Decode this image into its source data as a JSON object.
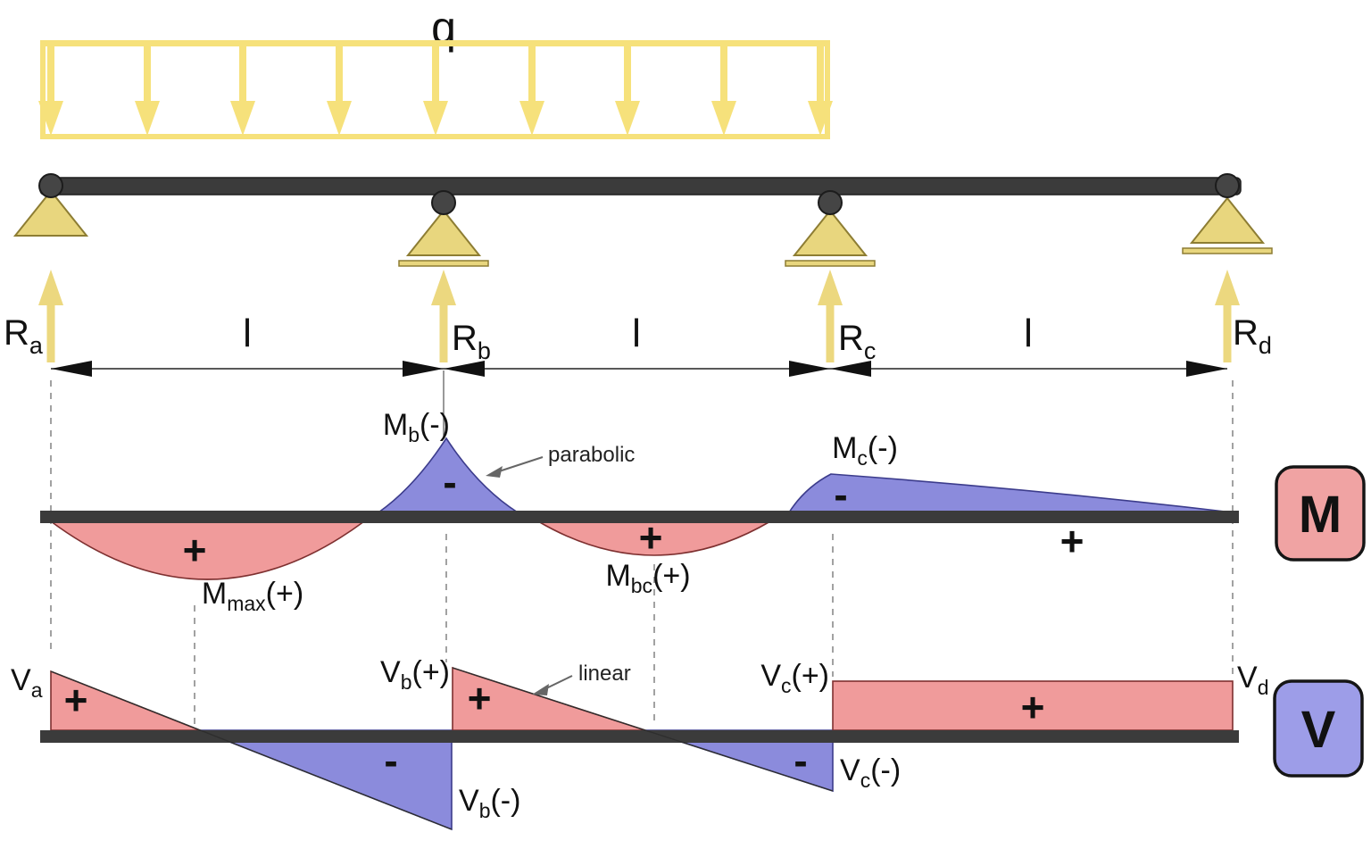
{
  "figure": {
    "description_visible_elements": "three-span continuous beam with uniform load over first two spans, moment diagram M and shear diagram V",
    "supports": [
      "a",
      "b",
      "c",
      "d"
    ],
    "span_label": "l",
    "load_label": "q"
  },
  "beam": {
    "load_label": "q",
    "span_label": "l",
    "reactions": [
      {
        "main": "R",
        "sub": "a"
      },
      {
        "main": "R",
        "sub": "b"
      },
      {
        "main": "R",
        "sub": "c"
      },
      {
        "main": "R",
        "sub": "d"
      }
    ]
  },
  "moment": {
    "legend": "M",
    "mb": {
      "main": "M",
      "sub": "b",
      "suffix": "(-)"
    },
    "parabolic_note": "parabolic",
    "mmax": {
      "main": "M",
      "sub": "max",
      "suffix": "(+)"
    },
    "mbc": {
      "main": "M",
      "sub": "bc",
      "suffix": "(+)"
    },
    "mc": {
      "main": "M",
      "sub": "c",
      "suffix": "(-)"
    },
    "sign_plus_span1": "+",
    "sign_minus_b": "-",
    "sign_plus_span2": "+",
    "sign_minus_c": "-",
    "sign_plus_span3": "+"
  },
  "shear": {
    "legend": "V",
    "va": {
      "main": "V",
      "sub": "a"
    },
    "vb_pos": {
      "main": "V",
      "sub": "b",
      "suffix": "(+)"
    },
    "vb_neg": {
      "main": "V",
      "sub": "b",
      "suffix": "(-)"
    },
    "vc_pos": {
      "main": "V",
      "sub": "c",
      "suffix": "(+)"
    },
    "vc_neg": {
      "main": "V",
      "sub": "c",
      "suffix": "(-)"
    },
    "vd": {
      "main": "V",
      "sub": "d"
    },
    "linear_note": "linear",
    "sign_plus_span1": "+",
    "sign_minus_span1": "-",
    "sign_plus_span2": "+",
    "sign_minus_span2": "-",
    "sign_plus_span3": "+"
  },
  "colors": {
    "load": "#f6e17b",
    "support": "#e8d67e",
    "support-edge": "#8d7d33",
    "reaction": "#ecd87f",
    "beam": "#3b3b3b",
    "red": "#f09b9b",
    "red-edge": "#7e3030",
    "blue": "#8b8bdc",
    "blue-edge": "#3c3c8c",
    "red-legend": "#f0a3a3",
    "blue-legend": "#9d9de8"
  }
}
